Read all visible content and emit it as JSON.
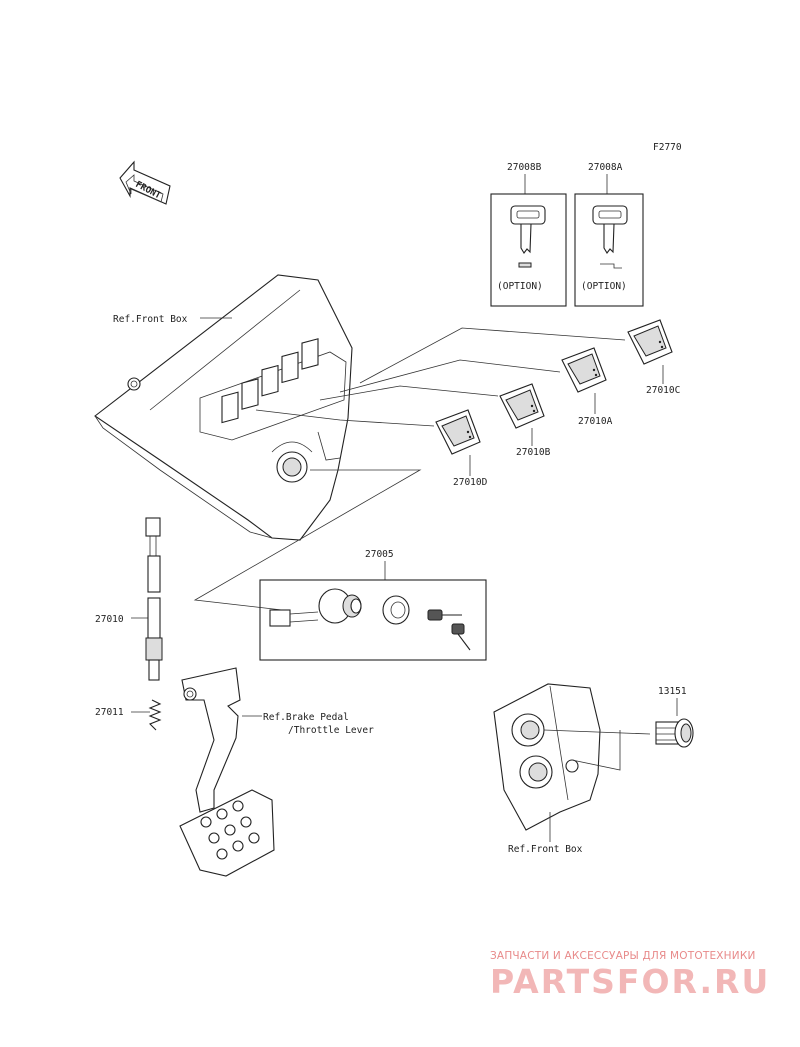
{
  "figure_code": "F2770",
  "front_arrow_label": "FRONT",
  "part_numbers": {
    "key_b": "27008B",
    "key_a": "27008A",
    "switch_c": "27010C",
    "switch_a": "27010A",
    "switch_b": "27010B",
    "switch_d": "27010D",
    "ignition_switch": "27005",
    "brake_switch": "27010",
    "spring": "27011",
    "socket": "13151"
  },
  "option_label_b": "(OPTION)",
  "option_label_a": "(OPTION)",
  "refs": {
    "front_box_top": "Ref.Front Box",
    "brake_pedal_line1": "Ref.Brake Pedal",
    "brake_pedal_line2": "/Throttle Lever",
    "front_box_bottom": "Ref.Front Box"
  },
  "watermark": {
    "tagline": "ЗАПЧАСТИ И АКСЕССУАРЫ ДЛЯ МОТОТЕХНИКИ",
    "logo": "PARTSFOR.RU"
  }
}
